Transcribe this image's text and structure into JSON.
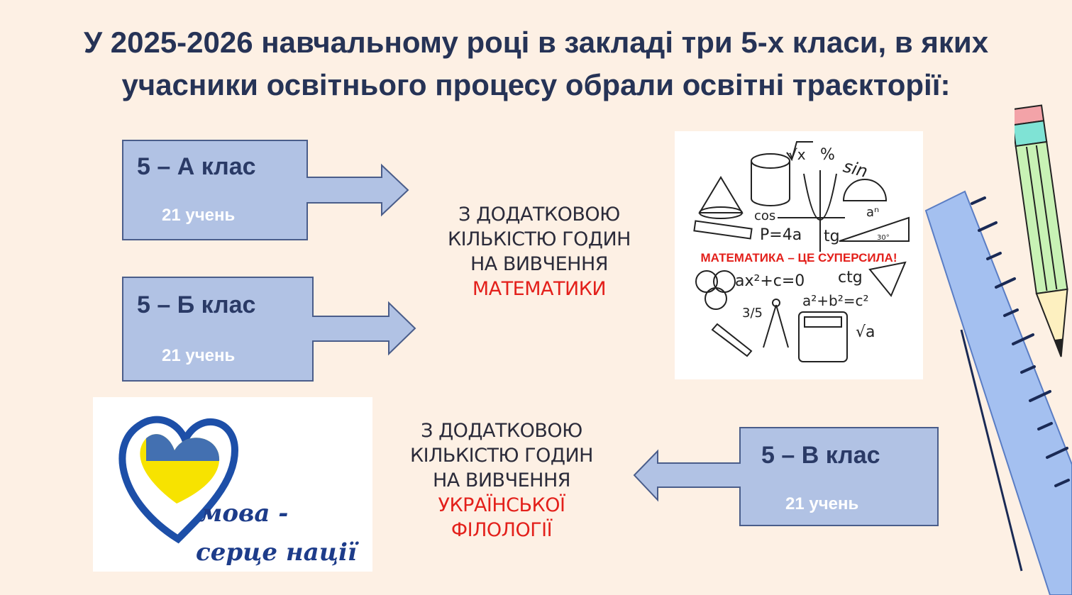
{
  "title": {
    "line1": "У 2025-2026 навчальному році в закладі три 5-х класи, в яких",
    "line2": "учасники освітнього процесу обрали освітні траєкторії:"
  },
  "classes": [
    {
      "name": "5 – А клас",
      "count": "21 учень"
    },
    {
      "name": "5 – Б клас",
      "count": "21 учень"
    },
    {
      "name": "5 – В клас",
      "count": "21 учень"
    }
  ],
  "math_track": {
    "line1": "З ДОДАТКОВОЮ",
    "line2": "КІЛЬКІСТЮ ГОДИН",
    "line3": "НА ВИВЧЕННЯ",
    "subject": "МАТЕМАТИКИ"
  },
  "philology_track": {
    "line1": "З ДОДАТКОВОЮ",
    "line2": "КІЛЬКІСТЮ ГОДИН",
    "line3": "НА ВИВЧЕННЯ",
    "subject_line1": "УКРАЇНСЬКОЇ",
    "subject_line2": "ФІЛОЛОГІЇ"
  },
  "math_image": {
    "banner": "МАТЕМАТИКА – ЦЕ СУПЕРСИЛА!",
    "formulas": [
      "sin",
      "cos",
      "tg",
      "ctg",
      "P=4a",
      "ax²+c=0",
      "a²+b²=c²",
      "3/5",
      "30°",
      "aⁿ",
      "%",
      "√x",
      "√a"
    ]
  },
  "language_image": {
    "text_line1": "мова -",
    "text_line2": "серце нації"
  },
  "colors": {
    "title": "#263356",
    "callout_fill": "#b1c2e4",
    "callout_stroke": "#4a5d8a",
    "highlight": "#e3201b",
    "background": "#fdf0e4"
  }
}
